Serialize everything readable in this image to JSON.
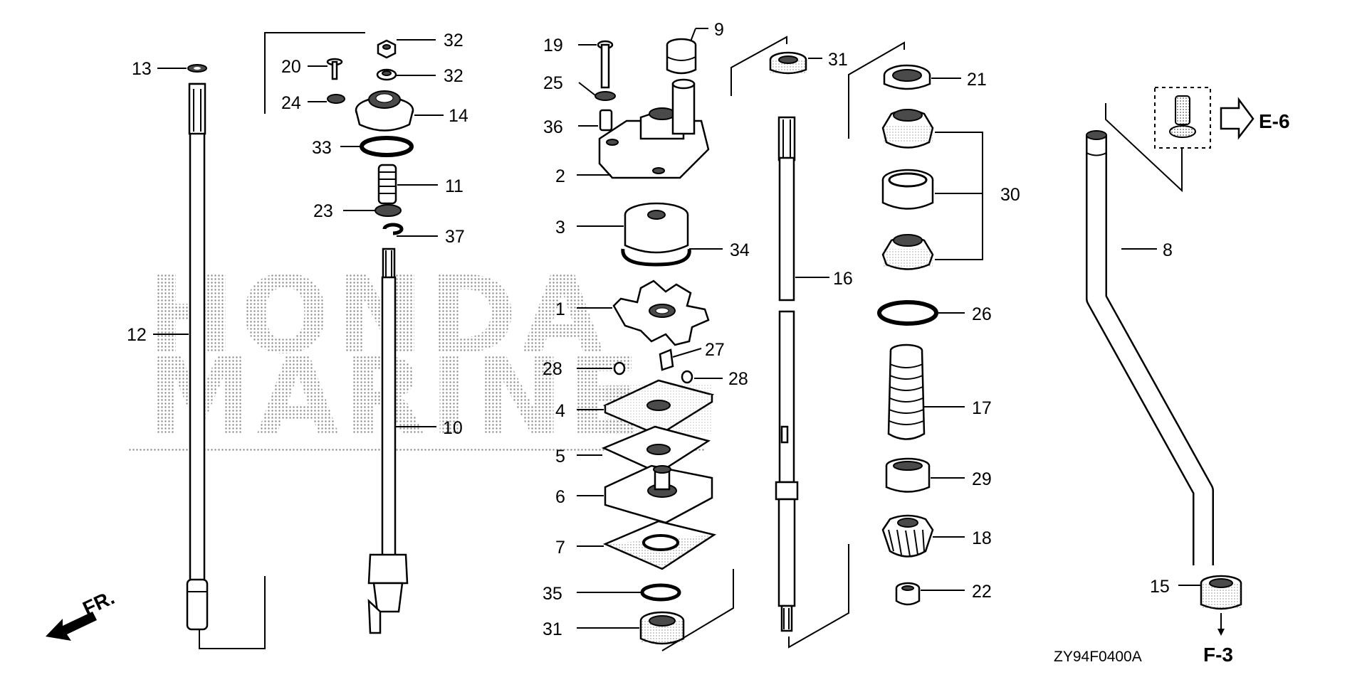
{
  "diagram_code": "ZY94F0400A",
  "watermark": {
    "line1": "HONDA",
    "line2": "MARINE"
  },
  "refs": {
    "e6": "E-6",
    "f3": "F-3",
    "front": "FR."
  },
  "labels": {
    "p1": "1",
    "p2": "2",
    "p3": "3",
    "p4": "4",
    "p5": "5",
    "p6": "6",
    "p7": "7",
    "p8": "8",
    "p9": "9",
    "p10": "10",
    "p11": "11",
    "p12": "12",
    "p13": "13",
    "p14": "14",
    "p15": "15",
    "p16": "16",
    "p17": "17",
    "p18": "18",
    "p19": "19",
    "p20": "20",
    "p21": "21",
    "p22": "22",
    "p23": "23",
    "p24": "24",
    "p25": "25",
    "p26": "26",
    "p27": "27",
    "p28a": "28",
    "p28b": "28",
    "p29": "29",
    "p30": "30",
    "p31a": "31",
    "p31b": "31",
    "p32a": "32",
    "p32b": "32",
    "p33": "33",
    "p34": "34",
    "p35": "35",
    "p36": "36",
    "p37": "37"
  }
}
